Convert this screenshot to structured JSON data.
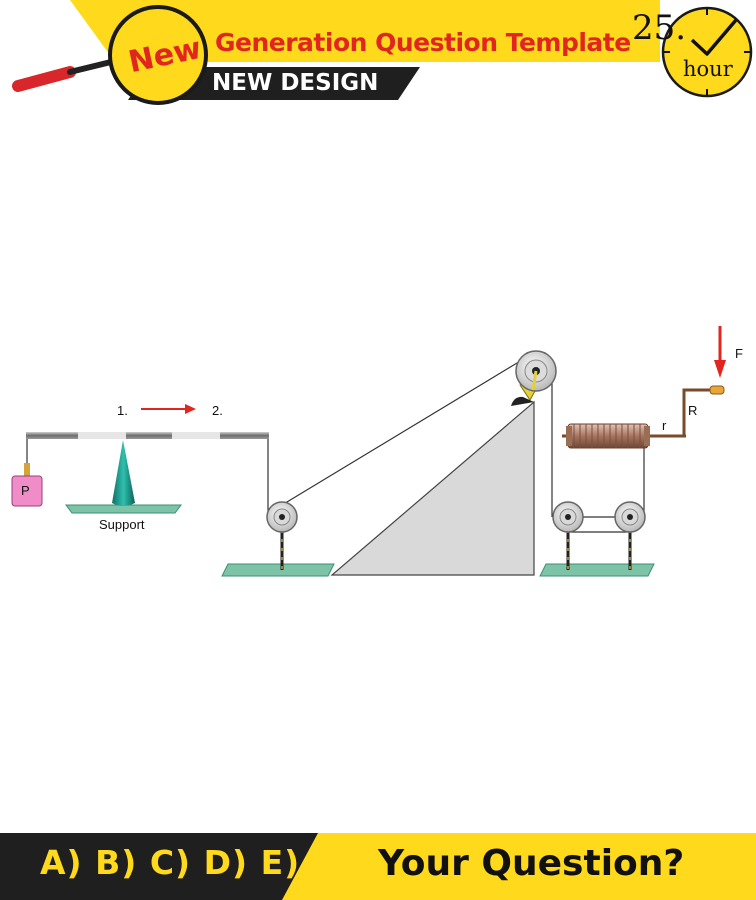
{
  "header": {
    "badge": "New",
    "title": "Generation Question Template",
    "subtitle": "NEW DESIGN",
    "clock_number": "25.",
    "clock_unit": "hour"
  },
  "diagram": {
    "label_one": "1.",
    "label_two": "2.",
    "support_label": "Support",
    "weight_label": "P",
    "force_label": "F",
    "big_radius_label": "R",
    "small_radius_label": "r"
  },
  "footer": {
    "answers": "A) B) C) D) E)",
    "question": "Your Question?"
  },
  "colors": {
    "yellow": "#ffd91c",
    "dark": "#1f1f1f",
    "red": "#e0261f",
    "teal": "#1f9e8f",
    "platform": "#7cc3a8",
    "weight_pink": "#f08cc8",
    "coil": "#b88872"
  },
  "icons": [
    "magnifier-icon",
    "clock-icon",
    "checkmark-icon",
    "force-arrow-icon"
  ]
}
